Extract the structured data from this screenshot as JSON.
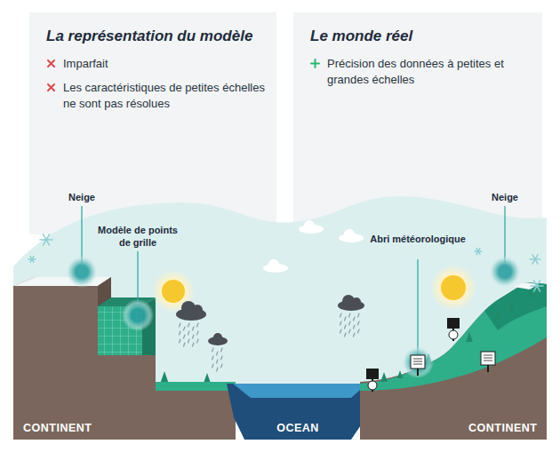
{
  "diagram": {
    "nodes": [
      {
        "text": [
          "La représentation du modèle",
          "Imparfait",
          "Les caractéristiques de petites échelles ne sont pas résolues"
        ]
      },
      {
        "text": [
          "Le monde réel",
          "Précision des données à petites et grandes échelles"
        ]
      }
    ],
    "labels": [
      "Neige",
      "Modèle de points de grille",
      "Abri météorologique",
      "Neige",
      "CONTINENT",
      "OCEAN",
      "CONTINENT"
    ]
  }
}
